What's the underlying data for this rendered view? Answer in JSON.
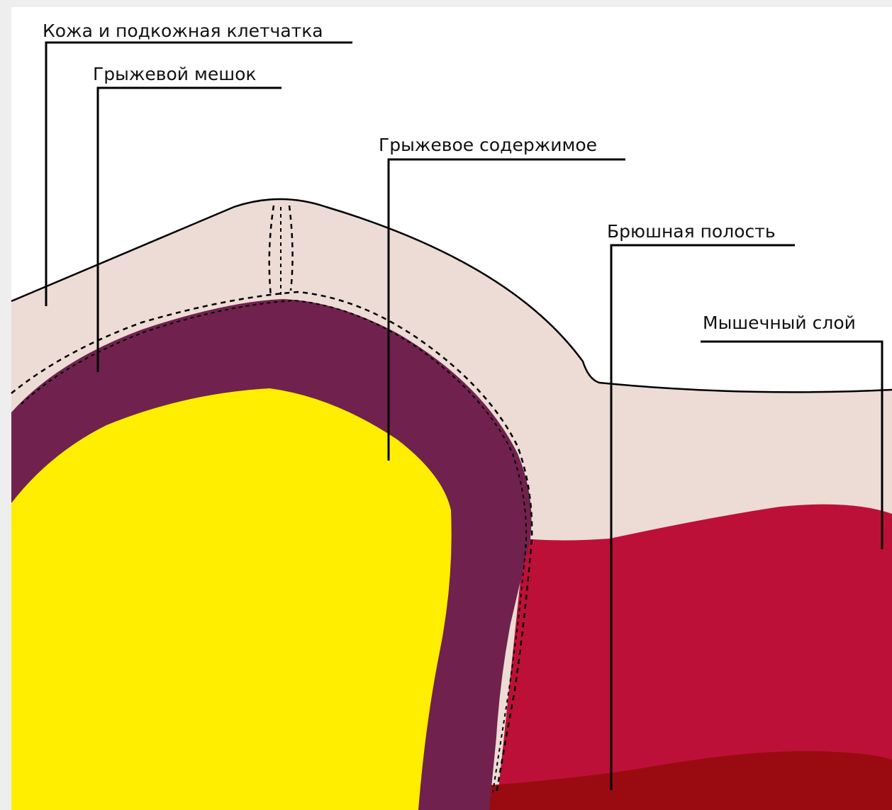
{
  "colors": {
    "background_frame": "#eeeeee",
    "canvas": "#ffffff",
    "skin": "#ecdcd5",
    "hernial_sac": "#71214d",
    "hernial_contents": "#ffee00",
    "muscle_layer": "#bd1038",
    "abdominal_cavity": "#990b10"
  },
  "labels": {
    "skin": "Кожа и подкожная клетчатка",
    "sac": "Грыжевой мешок",
    "contents": "Грыжевое содержимое",
    "cavity": "Брюшная полость",
    "muscle": "Мышечный слой"
  }
}
